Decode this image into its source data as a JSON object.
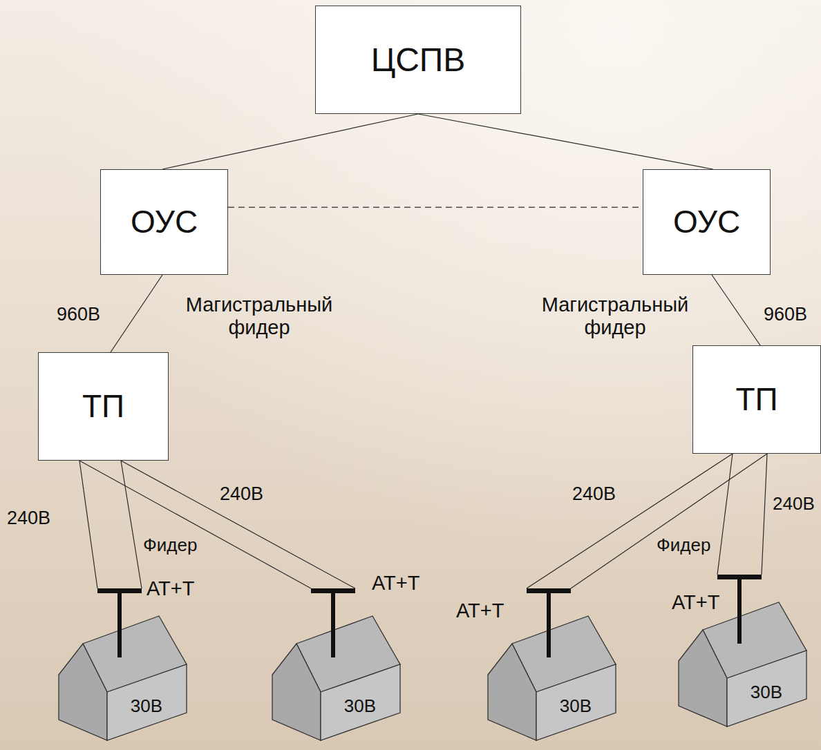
{
  "diagram": {
    "nodes": [
      {
        "text": [
          "ЦСПВ"
        ]
      },
      {
        "text": [
          "ОУС"
        ]
      },
      {
        "text": [
          "ОУС"
        ]
      },
      {
        "text": [
          "ТП"
        ]
      },
      {
        "text": [
          "ТП"
        ]
      },
      {
        "text": [
          "30В"
        ]
      },
      {
        "text": [
          "30В"
        ]
      },
      {
        "text": [
          "30В"
        ]
      },
      {
        "text": [
          "30В"
        ]
      }
    ],
    "edges": [
      {
        "from": 0,
        "to": 1,
        "arrow": "none"
      },
      {
        "from": 0,
        "to": 2,
        "arrow": "none"
      },
      {
        "from": 1,
        "to": 2,
        "arrow": "none"
      },
      {
        "from": 1,
        "to": 3,
        "label": "Магистральный фидер",
        "arrow": "none"
      },
      {
        "from": 2,
        "to": 4,
        "label": "Магистральный фидер",
        "arrow": "none"
      },
      {
        "from": 3,
        "to": 5,
        "label": "240В",
        "arrow": "none"
      },
      {
        "from": 3,
        "to": 5,
        "label": "Фидер",
        "arrow": "none"
      },
      {
        "from": 3,
        "to": 6,
        "label": "240В",
        "arrow": "none"
      },
      {
        "from": 3,
        "to": 6,
        "arrow": "none"
      },
      {
        "from": 4,
        "to": 7,
        "label": "240В",
        "arrow": "none"
      },
      {
        "from": 4,
        "to": 7,
        "label": "Фидер",
        "arrow": "none"
      },
      {
        "from": 4,
        "to": 8,
        "arrow": "none"
      },
      {
        "from": 4,
        "to": 8,
        "label": "240В",
        "arrow": "none"
      }
    ],
    "labels": [
      "960В",
      "960В",
      "АТ+Т",
      "АТ+Т",
      "АТ+Т",
      "АТ+Т"
    ]
  }
}
